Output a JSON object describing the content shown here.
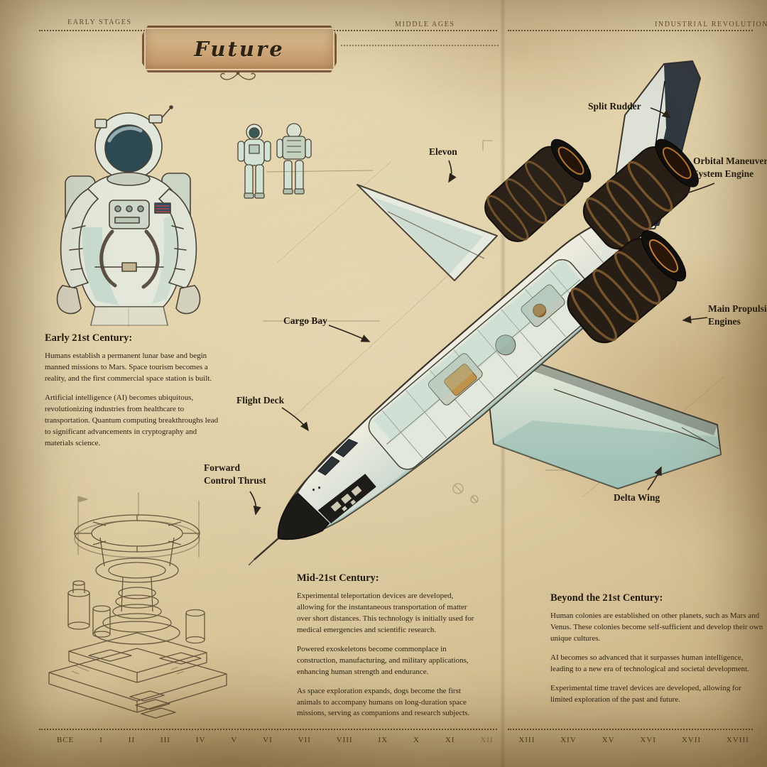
{
  "banner": {
    "title": "Future"
  },
  "timeline_top": {
    "left": "Early Stages",
    "center": "Middle Ages",
    "right": "Industrial Revolution"
  },
  "timeline_bottom": {
    "marks": [
      "BCE",
      "I",
      "II",
      "III",
      "IV",
      "V",
      "VI",
      "VII",
      "VIII",
      "IX",
      "X",
      "XI",
      "XII",
      "XIII",
      "XIV",
      "XV",
      "XVI",
      "XVII",
      "XVIII"
    ]
  },
  "callouts": {
    "split_rudder": "Split Rudder",
    "elevon": "Elevon",
    "orbital_line1": "Orbital Maneuvering",
    "orbital_line2": "System Engine",
    "main_prop_line1": "Main Propulsion",
    "main_prop_line2": "Engines",
    "cargo_bay": "Cargo Bay",
    "flight_deck": "Flight Deck",
    "forward_line1": "Forward",
    "forward_line2": "Control Thrust",
    "delta_wing": "Delta Wing"
  },
  "sections": {
    "early": {
      "heading": "Early 21st Century:",
      "paragraphs": [
        "Humans establish a permanent lunar base and begin manned missions to Mars. Space tourism becomes a reality, and the first commercial space station is built.",
        "Artificial intelligence (AI) becomes ubiquitous, revolutionizing industries from healthcare to transportation. Quantum computing breakthroughs lead to significant advancements in cryptography and materials science."
      ]
    },
    "mid": {
      "heading": "Mid-21st Century:",
      "paragraphs": [
        "Experimental teleportation devices are developed, allowing for the instantaneous transportation of matter over short distances. This technology is initially used for medical emergencies and scientific research.",
        "Powered exoskeletons become commonplace in construction, manufacturing, and military applications, enhancing human strength and endurance.",
        "As space exploration expands, dogs become the first animals to accompany humans on long-duration space missions, serving as companions and research subjects."
      ]
    },
    "beyond": {
      "heading": "Beyond the 21st Century:",
      "paragraphs": [
        "Human colonies are established on other planets, such as Mars and Venus. These colonies become self-sufficient and develop their own unique cultures.",
        "AI becomes so advanced that it surpasses human intelligence, leading to a new era of technological and societal development.",
        "Experimental time travel devices are developed, allowing for limited exploration of the past and future."
      ]
    }
  },
  "colors": {
    "paper": "#e2d2aa",
    "ink": "#2f2619",
    "teal_wash": "#9fc2b8",
    "copper": "#8a6132",
    "banner_border": "#7e5b3c"
  }
}
